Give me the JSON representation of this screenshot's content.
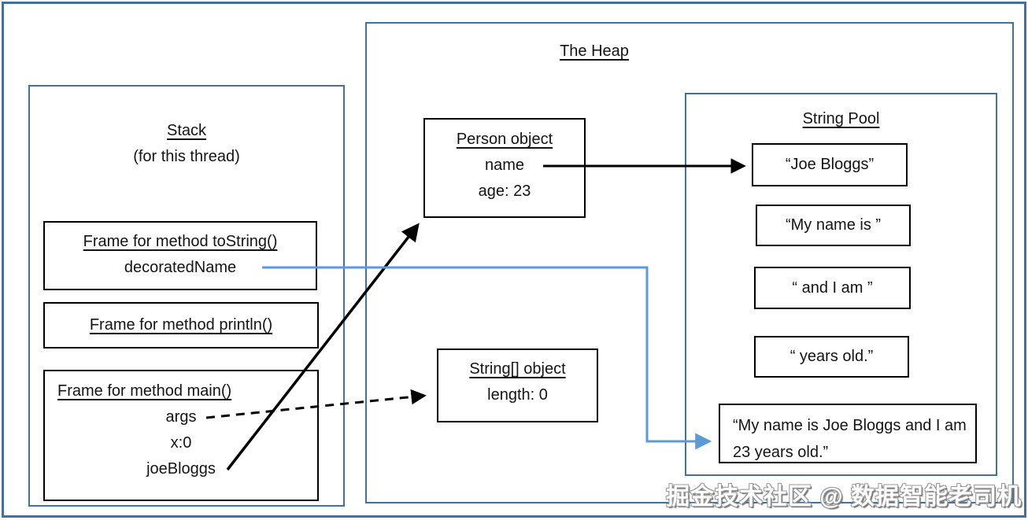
{
  "colors": {
    "panel_border_blue": "#41719C",
    "reference_arrow_blue": "#5B9BD5",
    "object_border_black": "#000000"
  },
  "stack": {
    "title": "Stack",
    "subtitle": "(for this thread)",
    "frames": [
      {
        "title": "Frame for method toString()",
        "vars": [
          "decoratedName"
        ]
      },
      {
        "title": "Frame for method println()",
        "vars": []
      },
      {
        "title": "Frame for method main()",
        "vars": [
          "args",
          "x:0",
          "joeBloggs"
        ]
      }
    ]
  },
  "heap": {
    "title": "The Heap",
    "objects": [
      {
        "title": "Person object",
        "fields": [
          "name",
          "age: 23"
        ]
      },
      {
        "title": "String[] object",
        "fields": [
          "length: 0"
        ]
      }
    ]
  },
  "string_pool": {
    "title": "String Pool",
    "strings": [
      "“Joe Bloggs”",
      "“My name is ”",
      "“ and I am ”",
      "“ years old.”",
      "“My name is Joe Bloggs and I am 23 years old.”"
    ]
  },
  "references": [
    {
      "from": "joeBloggs",
      "to": "Person object",
      "style": "solid-black"
    },
    {
      "from": "args",
      "to": "String[] object",
      "style": "dashed-black"
    },
    {
      "from": "name",
      "to": "“Joe Bloggs”",
      "style": "solid-black"
    },
    {
      "from": "decoratedName",
      "to": "“My name is Joe Bloggs and I am 23 years old.”",
      "style": "solid-blue"
    }
  ],
  "watermark": "掘金技术社区 @ 数据智能老司机"
}
